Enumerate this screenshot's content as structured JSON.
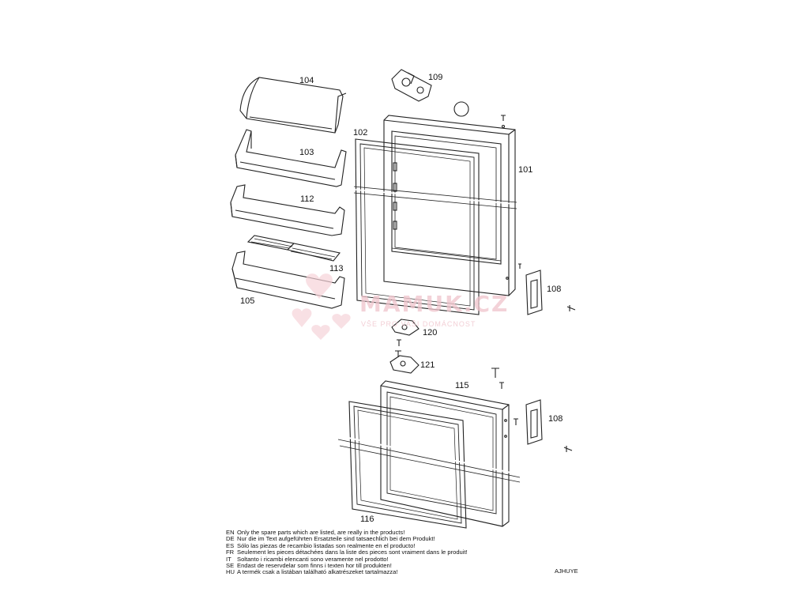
{
  "labels": {
    "p101": "101",
    "p102": "102",
    "p103": "103",
    "p104": "104",
    "p105": "105",
    "p108a": "108",
    "p108b": "108",
    "p109": "109",
    "p112": "112",
    "p113": "113",
    "p115": "115",
    "p116": "116",
    "p120": "120",
    "p121": "121"
  },
  "watermark": {
    "title": "MAMUK.CZ",
    "subtitle": "VŠE PRO VAŠI DOMÁCNOST"
  },
  "notes": [
    {
      "code": "EN",
      "text": "Only the spare parts which are listed, are really in the products!"
    },
    {
      "code": "DE",
      "text": "Nur die im Text aufgeführten Ersatzteile sind tatsaechlich bei dem Produkt!"
    },
    {
      "code": "ES",
      "text": "Sólo las piezas de recambio  listadas son realmente en el producto!"
    },
    {
      "code": "FR",
      "text": "Seulement les pieces détachées dans la liste des pieces sont vraiment dans le produit!"
    },
    {
      "code": "IT",
      "text": "Soltanto i ricambi elencanti sono veramente nel prodotto!"
    },
    {
      "code": "SE",
      "text": "Endast de reservdelar som finns i texten hor till produkten!"
    },
    {
      "code": "HU",
      "text": "A termék csak a listában található alkatrészeket tartalmazza!"
    }
  ],
  "drawing_code": "AJHUYE"
}
